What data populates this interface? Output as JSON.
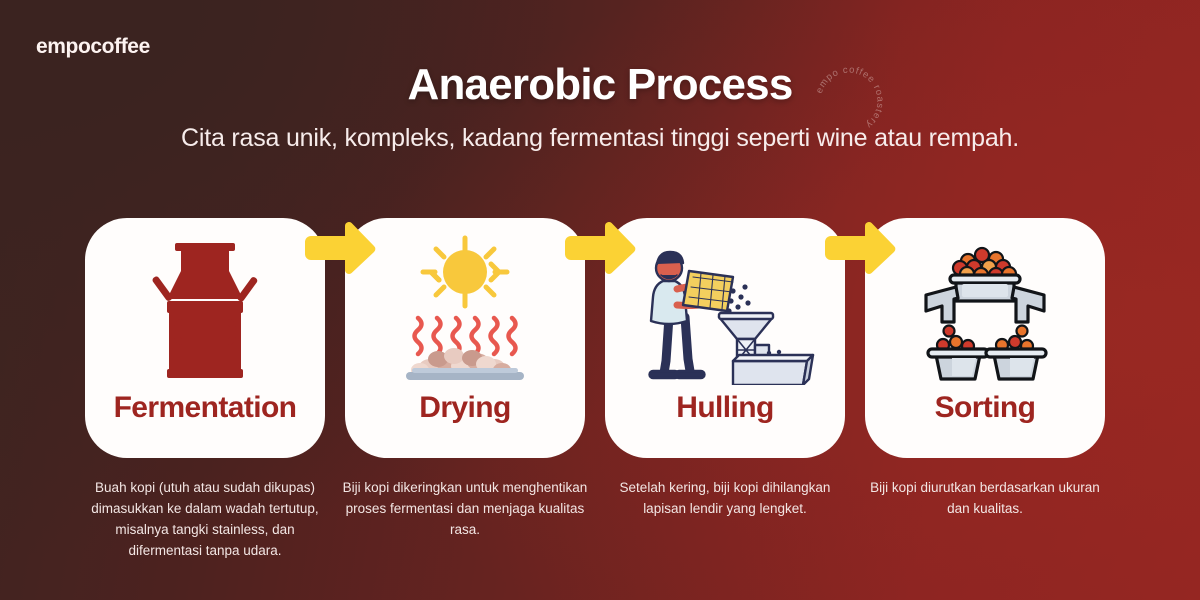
{
  "brand": {
    "logo": "empocoffee",
    "watermark": "empo coffee roastery"
  },
  "header": {
    "title": "Anaerobic Process",
    "subtitle": "Cita rasa unik, kompleks, kadang fermentasi tinggi seperti wine atau rempah."
  },
  "colors": {
    "bg_dark": "#3b2320",
    "bg_red": "#922521",
    "card_bg": "#fffdfc",
    "label_red": "#9e2520",
    "arrow_yellow": "#fbd234",
    "icon_red": "#9e2520",
    "sun_yellow": "#f8c83c",
    "text_light": "#f3e6e4"
  },
  "steps": [
    {
      "label": "Fermentation",
      "icon": "milk-can-icon",
      "description": "Buah kopi (utuh atau sudah dikupas) dimasukkan ke dalam wadah tertutup, misalnya tangki stainless, dan difermentasi tanpa udara."
    },
    {
      "label": "Drying",
      "icon": "sun-drying-icon",
      "description": "Biji kopi dikeringkan untuk menghentikan proses fermentasi dan menjaga kualitas rasa."
    },
    {
      "label": "Hulling",
      "icon": "huller-machine-icon",
      "description": "Setelah kering, biji kopi dihilangkan lapisan lendir yang lengket."
    },
    {
      "label": "Sorting",
      "icon": "sorting-bins-icon",
      "description": "Biji kopi diurutkan berdasarkan ukuran dan kualitas."
    }
  ],
  "arrows": [
    {
      "name": "arrow-fermentation-to-drying"
    },
    {
      "name": "arrow-drying-to-hulling"
    },
    {
      "name": "arrow-hulling-to-sorting"
    }
  ]
}
